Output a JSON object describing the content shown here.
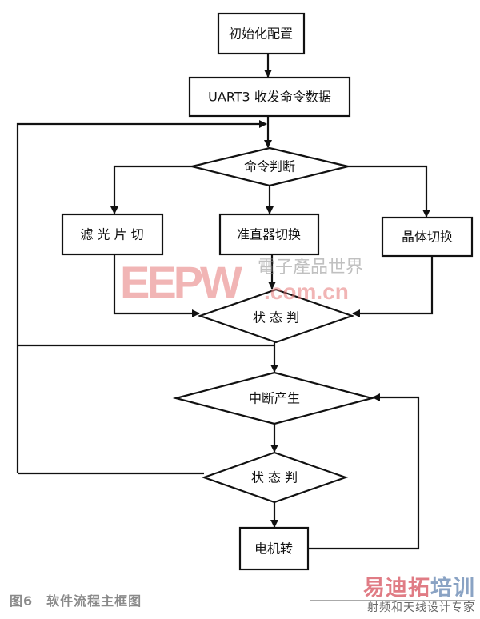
{
  "nodes": {
    "init": "初始化配置",
    "uart": "UART3 收发命令数据",
    "cmd_decision": "命令判断",
    "filter": "滤 光 片 切",
    "collimator": "准直器切换",
    "crystal": "晶体切换",
    "state1": "状 态 判",
    "interrupt": "中断产生",
    "state2": "状 态 判",
    "motor": "电机转"
  },
  "caption": "图6　软件流程主框图",
  "watermark": {
    "brand": "EEPW",
    "cn": "電子產品世界",
    "domain": ".com.cn"
  },
  "logo": {
    "part1": "易迪拓",
    "part2": "培训",
    "sub": "射频和天线设计专家"
  },
  "colors": {
    "line": "#111111",
    "caption": "#8a8a8a",
    "watermark": "#e07878"
  }
}
